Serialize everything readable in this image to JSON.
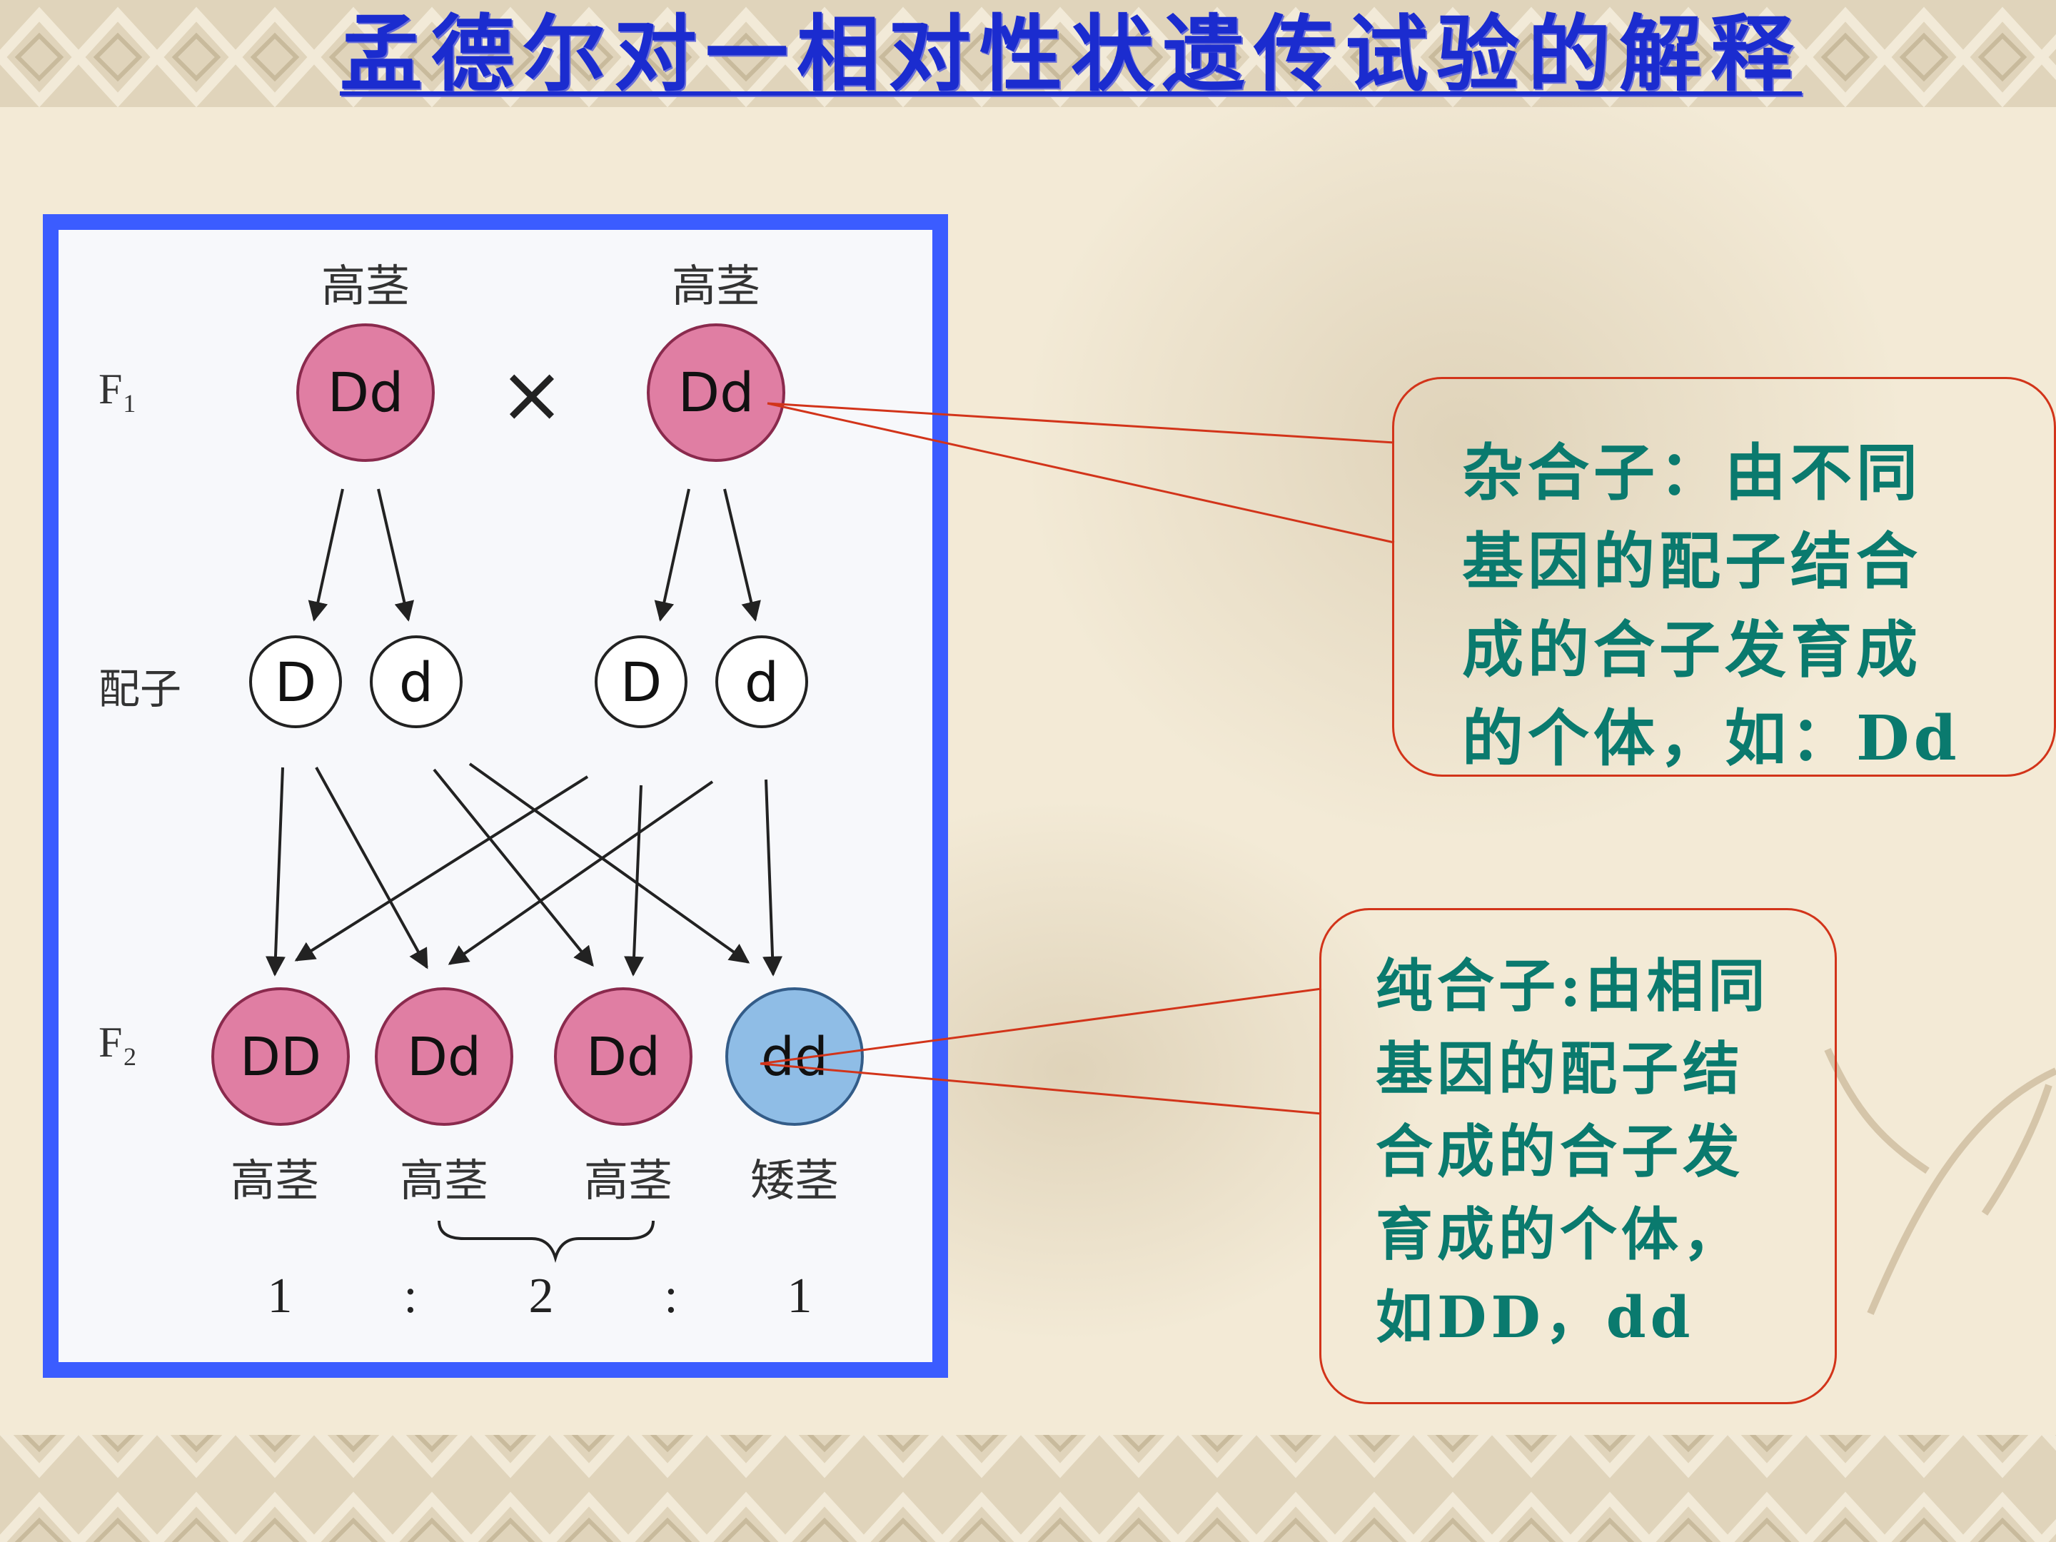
{
  "title": "孟德尔对一相对性状遗传试验的解释",
  "diagram": {
    "generation_labels": {
      "f1": "F₁",
      "gametes": "配子",
      "f2": "F₂"
    },
    "f1_parents": [
      {
        "genotype": "Dd",
        "phenotype": "高茎"
      },
      {
        "genotype": "Dd",
        "phenotype": "高茎"
      }
    ],
    "cross_symbol": "×",
    "gametes": [
      "D",
      "d",
      "D",
      "d"
    ],
    "f2_offspring": [
      {
        "genotype": "DD",
        "phenotype": "高茎"
      },
      {
        "genotype": "Dd",
        "phenotype": "高茎"
      },
      {
        "genotype": "Dd",
        "phenotype": "高茎"
      },
      {
        "genotype": "dd",
        "phenotype": "矮茎"
      }
    ],
    "ratio": [
      "1",
      ":",
      "2",
      ":",
      "1"
    ]
  },
  "callouts": {
    "heterozygote": {
      "lines": [
        "杂合子：由不同",
        "基因的配子结合",
        "成的合子发育成",
        "的个体，如：Dd"
      ]
    },
    "homozygote": {
      "lines": [
        "纯合子:由相同",
        "基因的配子结",
        "合成的合子发",
        "育成的个体，",
        "如DD，dd"
      ]
    }
  },
  "colors": {
    "title": "#1b2ccf",
    "frame": "#3b5cff",
    "dominant_circle": "#e07ea3",
    "recessive_circle": "#8fbde6",
    "callout_text": "#0a7a6e",
    "callout_border": "#d2341a"
  }
}
